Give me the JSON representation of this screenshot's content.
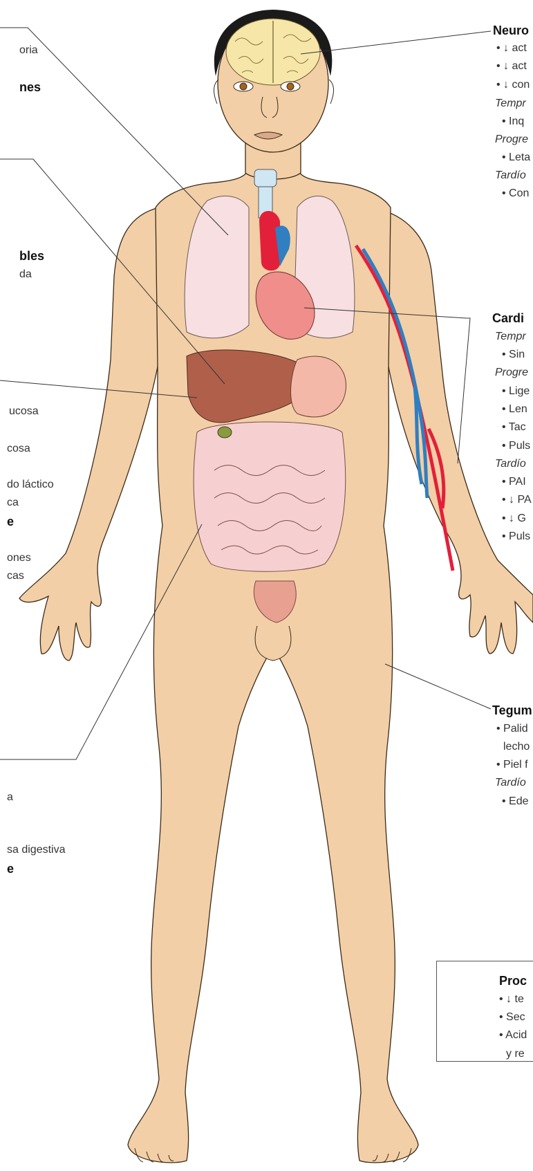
{
  "left_fragments": {
    "f1": "oria",
    "f2": "nes",
    "f3": "bles",
    "f4": "da",
    "f5": "ucosa",
    "f6": "cosa",
    "f7": "do láctico",
    "f8": "ca",
    "f9": "e",
    "f10": "ones",
    "f11": "cas",
    "f12": "a",
    "f13": "sa digestiva",
    "f14": "e"
  },
  "neuro": {
    "title": "Neuro",
    "l1": "• ↓ act",
    "l2": "• ↓ act",
    "l3": "• ↓ con",
    "h1": "Tempr",
    "l4": "• Inq",
    "h2": "Progre",
    "l5": "• Leta",
    "h3": "Tardío",
    "l6": "• Con"
  },
  "cardio": {
    "title": "Cardi",
    "h1": "Tempr",
    "l1": "• Sin",
    "h2": "Progre",
    "l2": "• Lige",
    "l3": "• Len",
    "l4": "• Tac",
    "l5": "• Puls",
    "h3": "Tardío",
    "l6": "• PAI",
    "l7": "• ↓ PA",
    "l8": "• ↓ G",
    "l9": "• Puls"
  },
  "tegum": {
    "title": "Tegum",
    "l1": "• Palid",
    "l2": "lecho",
    "l3": "• Piel f",
    "h1": "Tardío",
    "l4": "• Ede"
  },
  "cellular": {
    "title": "Proc",
    "l1": "• ↓ te",
    "l2": "• Sec",
    "l3": "• Acid",
    "l4": "y re"
  },
  "colors": {
    "skin": "#f2cfa6",
    "outline": "#3a2a1a",
    "lung": "#f7dfe2",
    "heart_red": "#e3203a",
    "vein_blue": "#2f7fc1",
    "liver": "#b0604a",
    "stomach": "#f4b8a8",
    "intestine": "#f6d0d0",
    "brain": "#f6e6a8",
    "hair": "#1a1a1a",
    "mito": "#6f6a2a"
  }
}
